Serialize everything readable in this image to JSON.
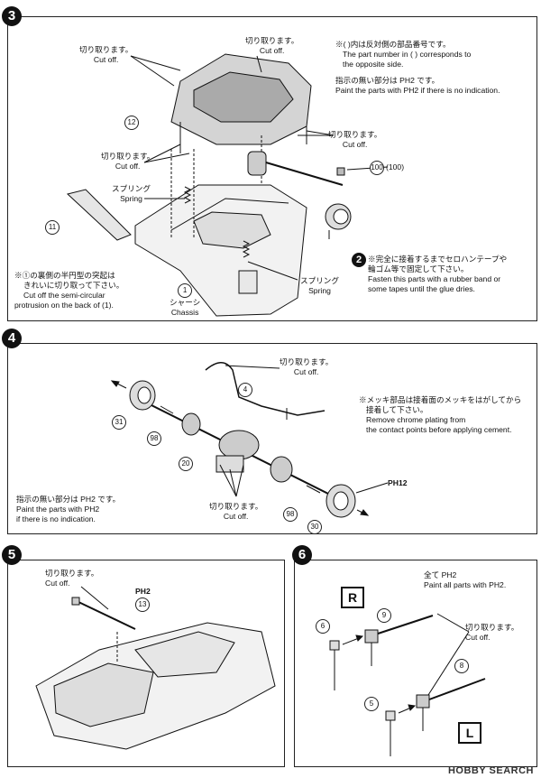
{
  "step3": {
    "number": "3",
    "cut_off_jp": "切り取ります。",
    "cut_off_en": "Cut off.",
    "spring_jp": "スプリング",
    "spring_en": "Spring",
    "chassis_num": "1",
    "chassis_jp": "シャーシ",
    "chassis_en": "Chassis",
    "part12": "12",
    "part11": "11",
    "part100": "100",
    "part100_paren": "(100)",
    "note_opposite_jp": "※( )内は反対側の部品番号です。",
    "note_opposite_en1": "The part number in (   ) corresponds to",
    "note_opposite_en2": "the opposite side.",
    "note_paint_jp": "指示の無い部分は PH2 です。",
    "note_paint_en": "Paint the parts with PH2 if there is no indication.",
    "mark2": "2",
    "note_tape_jp1": "※完全に接着するまでセロハンテープや",
    "note_tape_jp2": "輪ゴム等で固定して下さい。",
    "note_tape_en1": "Fasten this parts with a rubber band or",
    "note_tape_en2": "some tapes until the glue dries.",
    "note_semi_jp1": "※①の裏側の半円型の突起は",
    "note_semi_jp2": "きれいに切り取って下さい。",
    "note_semi_en1": "Cut off the semi-circular",
    "note_semi_en2": "protrusion on the back of (1)."
  },
  "step4": {
    "number": "4",
    "cut_off_jp": "切り取ります。",
    "cut_off_en": "Cut off.",
    "part4": "4",
    "part31": "31",
    "part98": "98",
    "part20": "20",
    "part30": "30",
    "ph12": "PH12",
    "note_chrome_jp1": "※メッキ部品は接着面のメッキをはがしてから",
    "note_chrome_jp2": "接着して下さい。",
    "note_chrome_en1": "Remove chrome plating from",
    "note_chrome_en2": "the contact points before applying cement.",
    "note_paint_jp": "指示の無い部分は PH2 です。",
    "note_paint_en1": "Paint the parts with PH2",
    "note_paint_en2": "if there is no indication."
  },
  "step5": {
    "number": "5",
    "cut_off_jp": "切り取ります。",
    "cut_off_en": "Cut off.",
    "ph2": "PH2",
    "part13": "13"
  },
  "step6": {
    "number": "6",
    "all_parts_jp": "全て PH2",
    "all_parts_en": "Paint all parts with PH2.",
    "right": "R",
    "left": "L",
    "cut_off_jp": "切り取ります。",
    "cut_off_en": "Cut off.",
    "part6": "6",
    "part9": "9",
    "part8": "8",
    "part5": "5"
  },
  "watermark": "HOBBY SEARCH"
}
